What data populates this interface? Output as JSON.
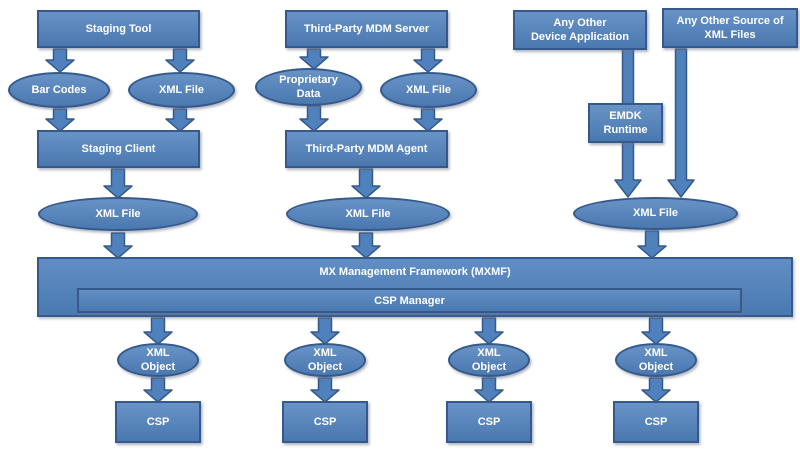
{
  "diagram": {
    "title": "MX Management Framework architecture diagram",
    "nodes": {
      "staging_tool": "Staging Tool",
      "bar_codes": "Bar Codes",
      "xml_file": "XML File",
      "staging_client": "Staging Client",
      "mdm_server": "Third-Party MDM Server",
      "proprietary_data": "Proprietary\nData",
      "mdm_agent": "Third-Party MDM Agent",
      "device_app": "Any Other\nDevice Application",
      "xml_source": "Any Other Source of\nXML Files",
      "emdk_runtime": "EMDK\nRuntime",
      "mxmf": "MX  Management Framework (MXMF)",
      "csp_manager": "CSP Manager",
      "xml_object": "XML\nObject",
      "csp": "CSP"
    }
  },
  "colors": {
    "node_fill": "#4f81bd",
    "node_border": "#36598c",
    "label_text": "#ffffff",
    "background": "#ffffff"
  }
}
